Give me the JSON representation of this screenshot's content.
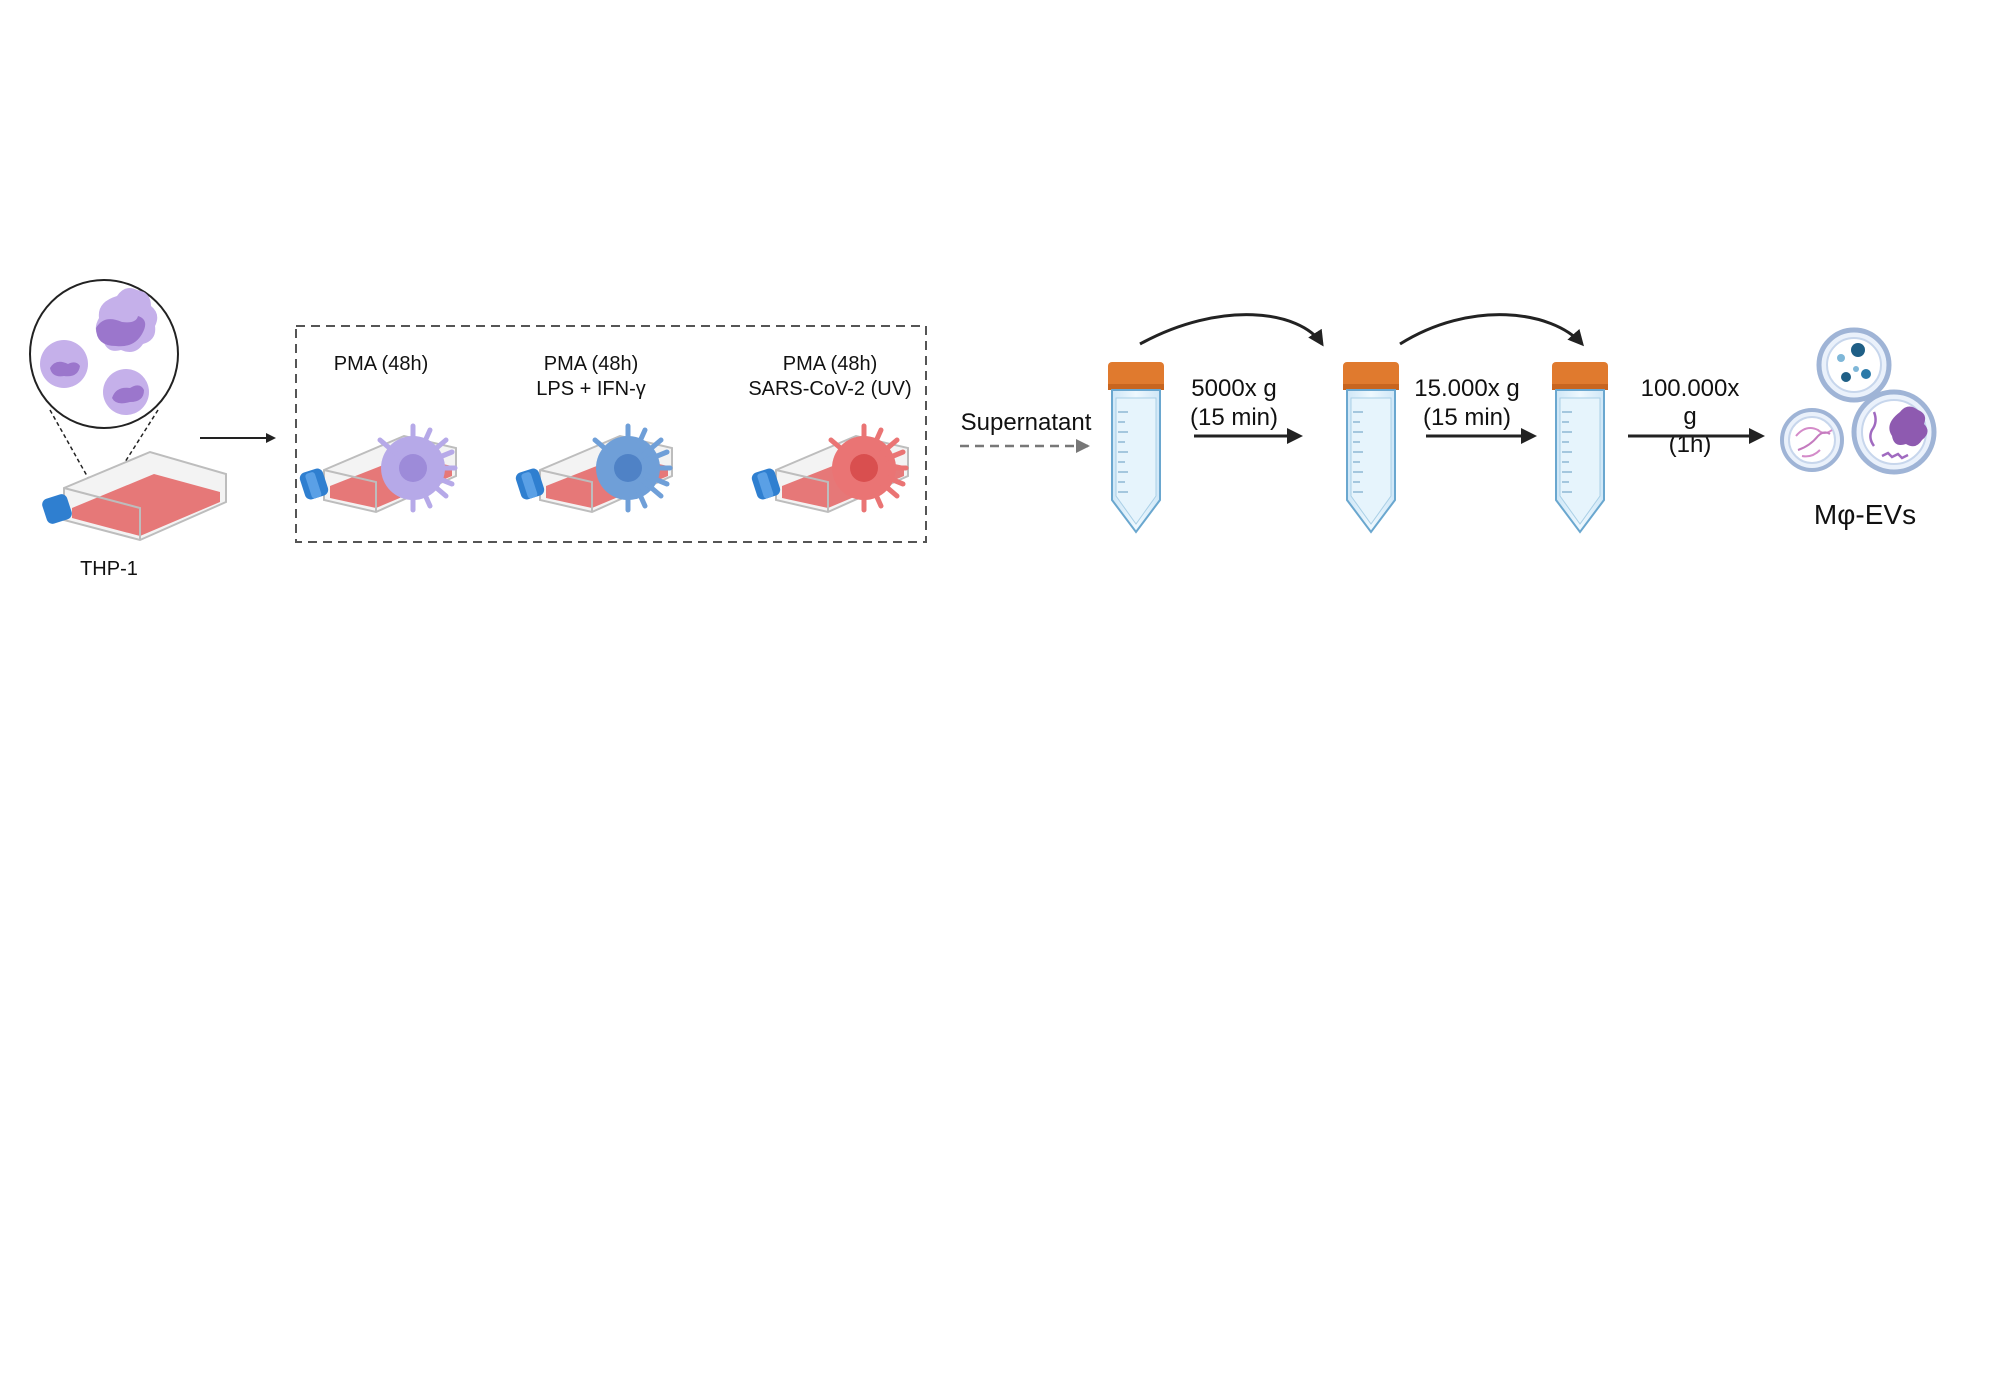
{
  "cell_line": {
    "label": "THP-1"
  },
  "conditions": [
    {
      "line1": "PMA (48h)",
      "line2": "",
      "cell_color": "#b6a9e8",
      "nucleus_color": "#9d8bd9"
    },
    {
      "line1": "PMA (48h)",
      "line2": "LPS  + IFN-γ",
      "cell_color": "#6f9fd8",
      "nucleus_color": "#4f82c6"
    },
    {
      "line1": "PMA (48h)",
      "line2": "SARS-CoV-2 (UV)",
      "cell_color": "#ea7474",
      "nucleus_color": "#d94f4f"
    }
  ],
  "supernatant": {
    "label": "Supernatant"
  },
  "centrifugation": [
    {
      "line1": "5000x g",
      "line2": "(15 min)",
      "line3": ""
    },
    {
      "line1": "15.000x g",
      "line2": "(15 min)",
      "line3": ""
    },
    {
      "line1": "100.000x",
      "line2": "g",
      "line3": "(1h)"
    }
  ],
  "product": {
    "label": "Mφ-EVs"
  },
  "colors": {
    "tube_cap": "#e07a2e",
    "tube_body": "#dff0fb",
    "tube_outline": "#6aa7cf",
    "flask_cap": "#2f7fd0",
    "flask_medium": "#e46a6a",
    "monocyte": "#b79de0",
    "monocyte_nucleus": "#9b76cc",
    "ev_outline": "#9fb4d6",
    "arrow": "#222222",
    "dashed_arrow": "#777777"
  }
}
